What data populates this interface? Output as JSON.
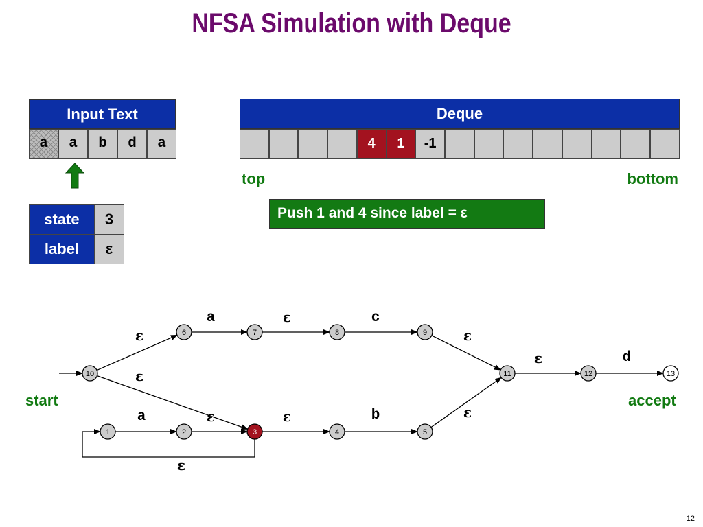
{
  "title": "NFSA Simulation with Deque",
  "input_text": {
    "header": "Input Text",
    "chars": [
      "a",
      "a",
      "b",
      "d",
      "a"
    ],
    "consumed_index": 0
  },
  "deque": {
    "header": "Deque",
    "cells": [
      "",
      "",
      "",
      "",
      "4",
      "1",
      "-1",
      "",
      "",
      "",
      "",
      "",
      "",
      "",
      ""
    ],
    "highlighted": [
      4,
      5
    ],
    "top_label": "top",
    "bottom_label": "bottom"
  },
  "state_table": {
    "state_key": "state",
    "state_value": "3",
    "label_key": "label",
    "label_value": "ε"
  },
  "status_message": "Push 1 and 4 since label  =  ε",
  "colors": {
    "title": "#6b0a6b",
    "header_blue": "#0c2fa6",
    "active_red": "#a3121f",
    "accent_green": "#117a11",
    "cell_gray": "#cccccc"
  },
  "graph": {
    "start_label": "start",
    "accept_label": "accept",
    "current_state": "3",
    "nodes": [
      {
        "id": "1"
      },
      {
        "id": "2"
      },
      {
        "id": "3"
      },
      {
        "id": "4"
      },
      {
        "id": "5"
      },
      {
        "id": "6"
      },
      {
        "id": "7"
      },
      {
        "id": "8"
      },
      {
        "id": "9"
      },
      {
        "id": "10"
      },
      {
        "id": "11"
      },
      {
        "id": "12"
      },
      {
        "id": "13"
      }
    ],
    "edges": [
      {
        "from": "10",
        "to": "6",
        "label": "ε"
      },
      {
        "from": "6",
        "to": "7",
        "label": "a"
      },
      {
        "from": "7",
        "to": "8",
        "label": "ε"
      },
      {
        "from": "8",
        "to": "9",
        "label": "c"
      },
      {
        "from": "9",
        "to": "11",
        "label": "ε"
      },
      {
        "from": "10",
        "to": "3",
        "label": "ε"
      },
      {
        "from": "1",
        "to": "2",
        "label": "a"
      },
      {
        "from": "2",
        "to": "3",
        "label": "ε"
      },
      {
        "from": "3",
        "to": "4",
        "label": "ε"
      },
      {
        "from": "4",
        "to": "5",
        "label": "b"
      },
      {
        "from": "5",
        "to": "11",
        "label": "ε"
      },
      {
        "from": "11",
        "to": "12",
        "label": "ε"
      },
      {
        "from": "12",
        "to": "13",
        "label": "d"
      },
      {
        "from": "3",
        "to": "1",
        "label": "ε"
      }
    ]
  },
  "page_number": "12"
}
